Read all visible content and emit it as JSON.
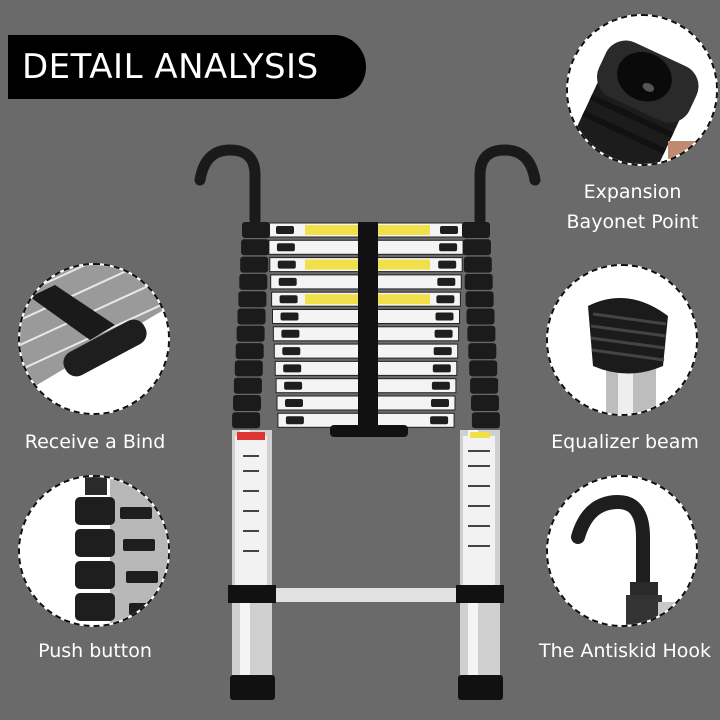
{
  "banner": {
    "title": "DETAIL ANALYSIS"
  },
  "features": [
    {
      "id": "expansion",
      "label_line1": "Expansion",
      "label_line2": "Bayonet Point",
      "icon": "bayonet-joint"
    },
    {
      "id": "bind",
      "label": "Receive a Bind",
      "icon": "strap-bind"
    },
    {
      "id": "equalizer",
      "label": "Equalizer beam",
      "icon": "rubber-foot"
    },
    {
      "id": "push",
      "label": "Push button",
      "icon": "push-button-hinges"
    },
    {
      "id": "hook",
      "label": "The Antiskid Hook",
      "icon": "antiskid-hook"
    }
  ],
  "colors": {
    "background": "#6a6a6a",
    "banner": "#000000",
    "text": "#ffffff",
    "label_yellow": "#f2e04a"
  }
}
